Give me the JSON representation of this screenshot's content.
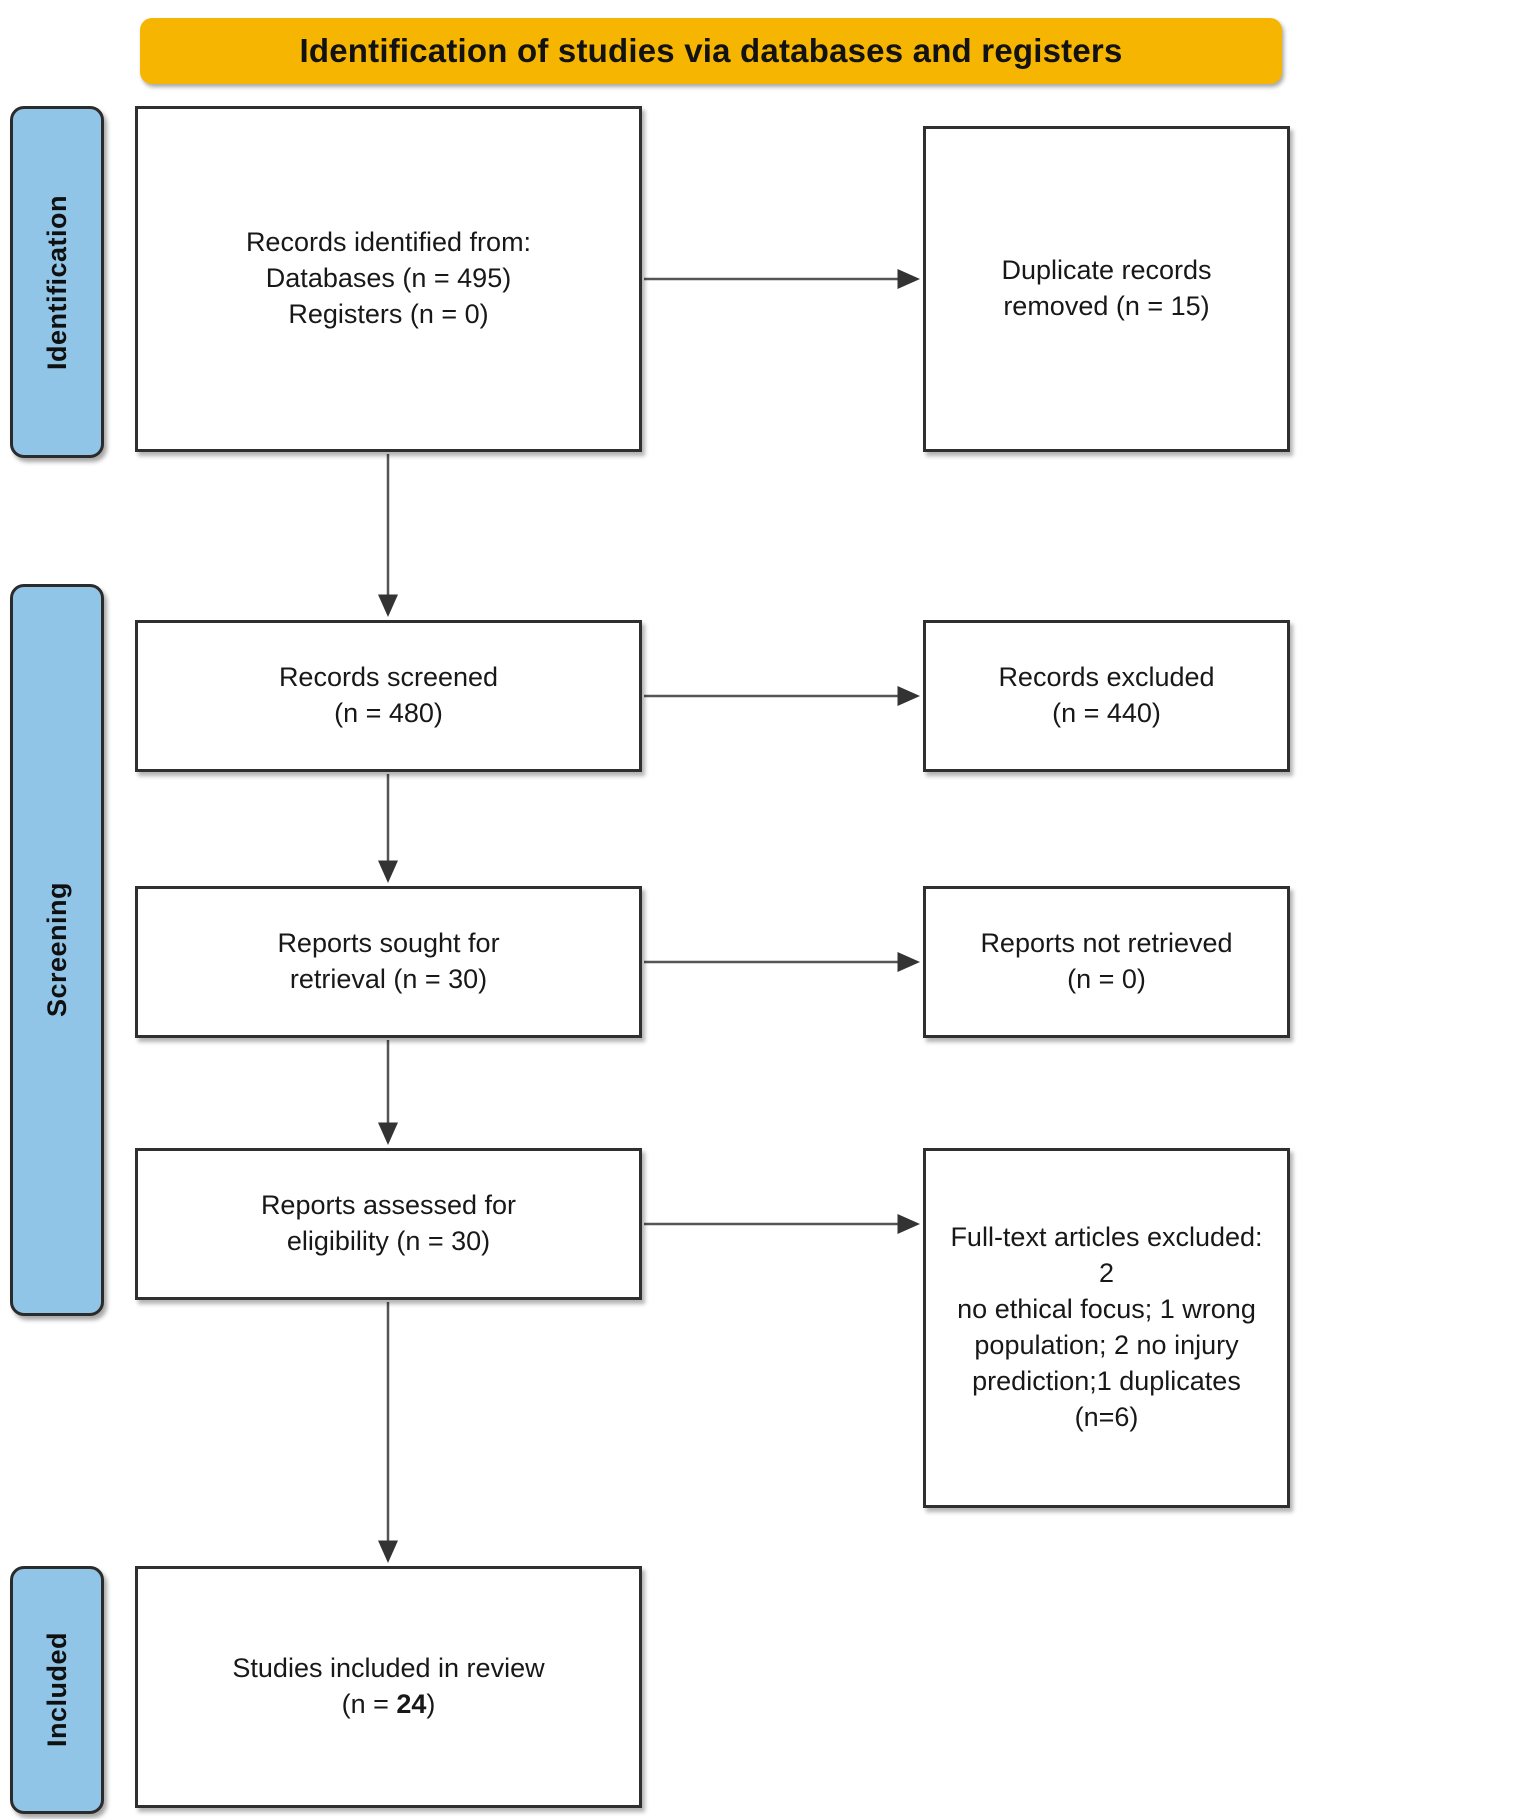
{
  "header": {
    "title": "Identification of studies via databases and registers",
    "background_color": "#f5b500"
  },
  "stages": [
    {
      "id": "identification",
      "label": "Identification",
      "color": "#91c5e8"
    },
    {
      "id": "screening",
      "label": "Screening",
      "color": "#91c5e8"
    },
    {
      "id": "included",
      "label": "Included",
      "color": "#91c5e8"
    }
  ],
  "boxes": {
    "identified": {
      "text": "Records identified from:\nDatabases (n = 495)\nRegisters (n = 0)"
    },
    "duplicates": {
      "text": "Duplicate records\nremoved (n = 15)"
    },
    "screened": {
      "text": "Records screened\n(n = 480)"
    },
    "excluded": {
      "text": "Records excluded\n(n = 440)"
    },
    "sought": {
      "text": "Reports sought for\nretrieval (n = 30)"
    },
    "not_retrieved": {
      "text": "Reports not retrieved\n(n = 0)"
    },
    "assessed": {
      "text": "Reports assessed for\neligibility (n = 30)"
    },
    "fulltext": {
      "text": "Full-text articles excluded: 2\nno ethical focus; 1 wrong\npopulation; 2 no injury\nprediction;1 duplicates (n=6)"
    },
    "included": {
      "text_before": "Studies included in review\n(n = ",
      "count": "24",
      "text_after": ")"
    }
  },
  "chart_data": {
    "type": "diagram",
    "title": "Identification of studies via databases and registers",
    "flow": [
      {
        "stage": "Identification",
        "node": "Records identified from: Databases",
        "n": 495
      },
      {
        "stage": "Identification",
        "node": "Records identified from: Registers",
        "n": 0
      },
      {
        "stage": "Identification",
        "node": "Duplicate records removed",
        "n": 15
      },
      {
        "stage": "Screening",
        "node": "Records screened",
        "n": 480
      },
      {
        "stage": "Screening",
        "node": "Records excluded",
        "n": 440
      },
      {
        "stage": "Screening",
        "node": "Reports sought for retrieval",
        "n": 30
      },
      {
        "stage": "Screening",
        "node": "Reports not retrieved",
        "n": 0
      },
      {
        "stage": "Screening",
        "node": "Reports assessed for eligibility",
        "n": 30
      },
      {
        "stage": "Screening",
        "node": "Full-text articles excluded",
        "n": 6
      },
      {
        "stage": "Included",
        "node": "Studies included in review",
        "n": 24
      }
    ]
  }
}
